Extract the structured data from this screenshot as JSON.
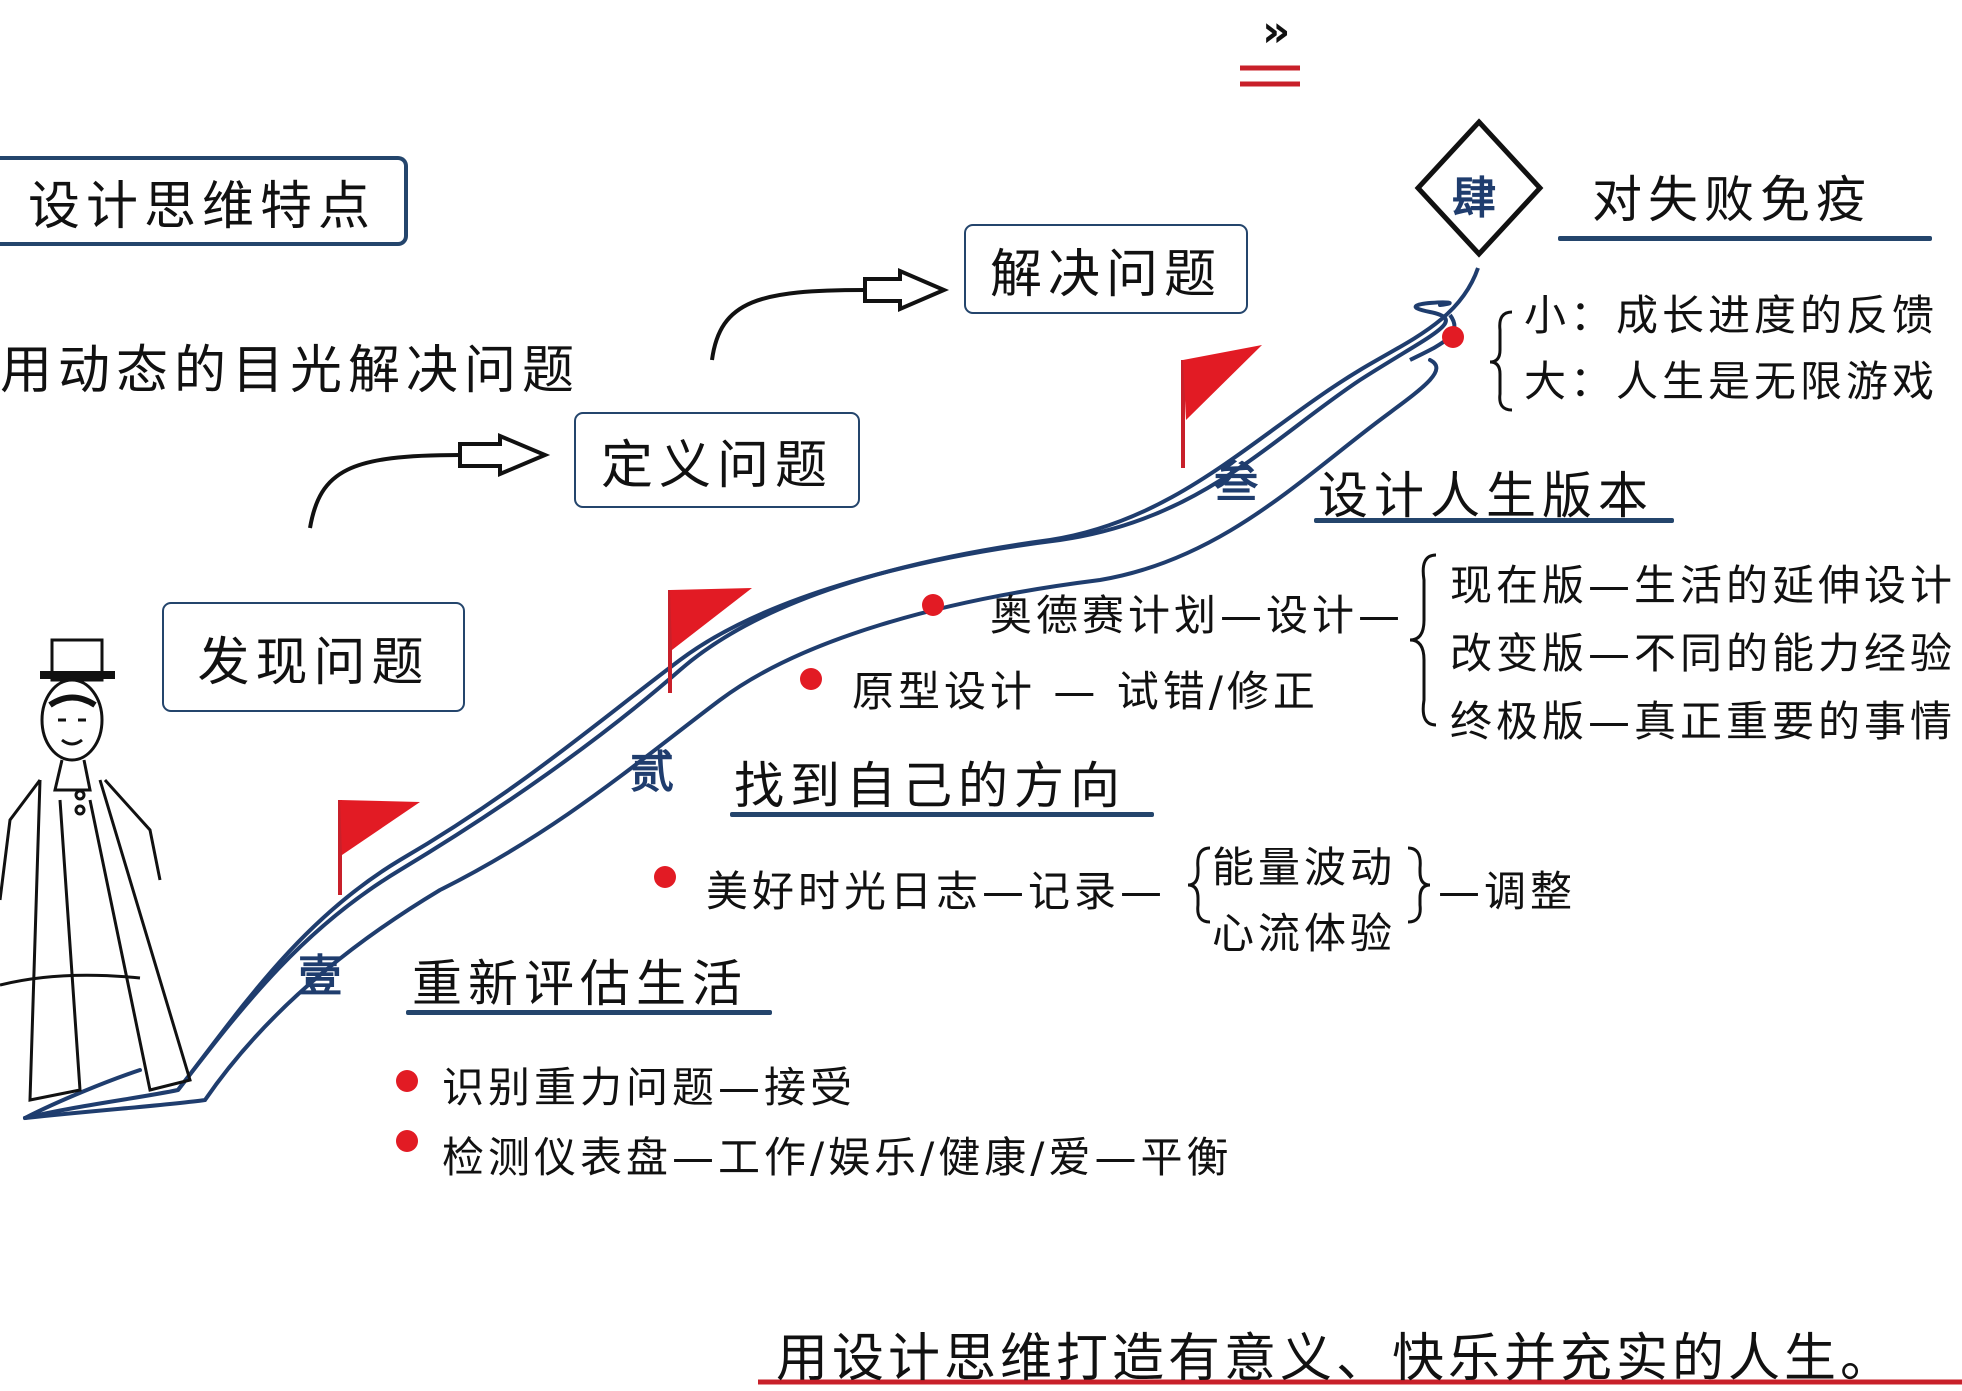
{
  "top_mark": "»",
  "title_box": "设计思维特点",
  "subtitle": "用动态的目光解决问题",
  "stages": {
    "discover": "发现问题",
    "define": "定义问题",
    "solve": "解决问题"
  },
  "step1": {
    "num": "壹",
    "title": "重新评估生活",
    "items": [
      "识别重力问题—接受",
      "检测仪表盘—工作/娱乐/健康/爱—平衡"
    ]
  },
  "step2": {
    "num": "贰",
    "title": "找到自己的方向",
    "item_prefix": "美好时光日志—记录—",
    "brace_items": [
      "能量波动",
      "心流体验"
    ],
    "item_suffix": "—调整"
  },
  "step3": {
    "num": "叁",
    "title": "设计人生版本",
    "items": [
      "奥德赛计划—设计—",
      "原型设计 — 试错/修正"
    ],
    "versions": [
      "现在版—生活的延伸设计",
      "改变版—不同的能力经验",
      "终极版—真正重要的事情"
    ]
  },
  "step4": {
    "num": "肆",
    "title": "对失败免疫",
    "items": [
      "小：成长进度的反馈",
      "大：人生是无限游戏"
    ]
  },
  "footer": "用设计思维打造有意义、快乐并充实的人生。",
  "colors": {
    "road": "#1f3d6e",
    "flag": "#e21b24",
    "dot": "#e21b24",
    "accent_underline": "#24456c",
    "footer_underline": "#c8202a"
  }
}
